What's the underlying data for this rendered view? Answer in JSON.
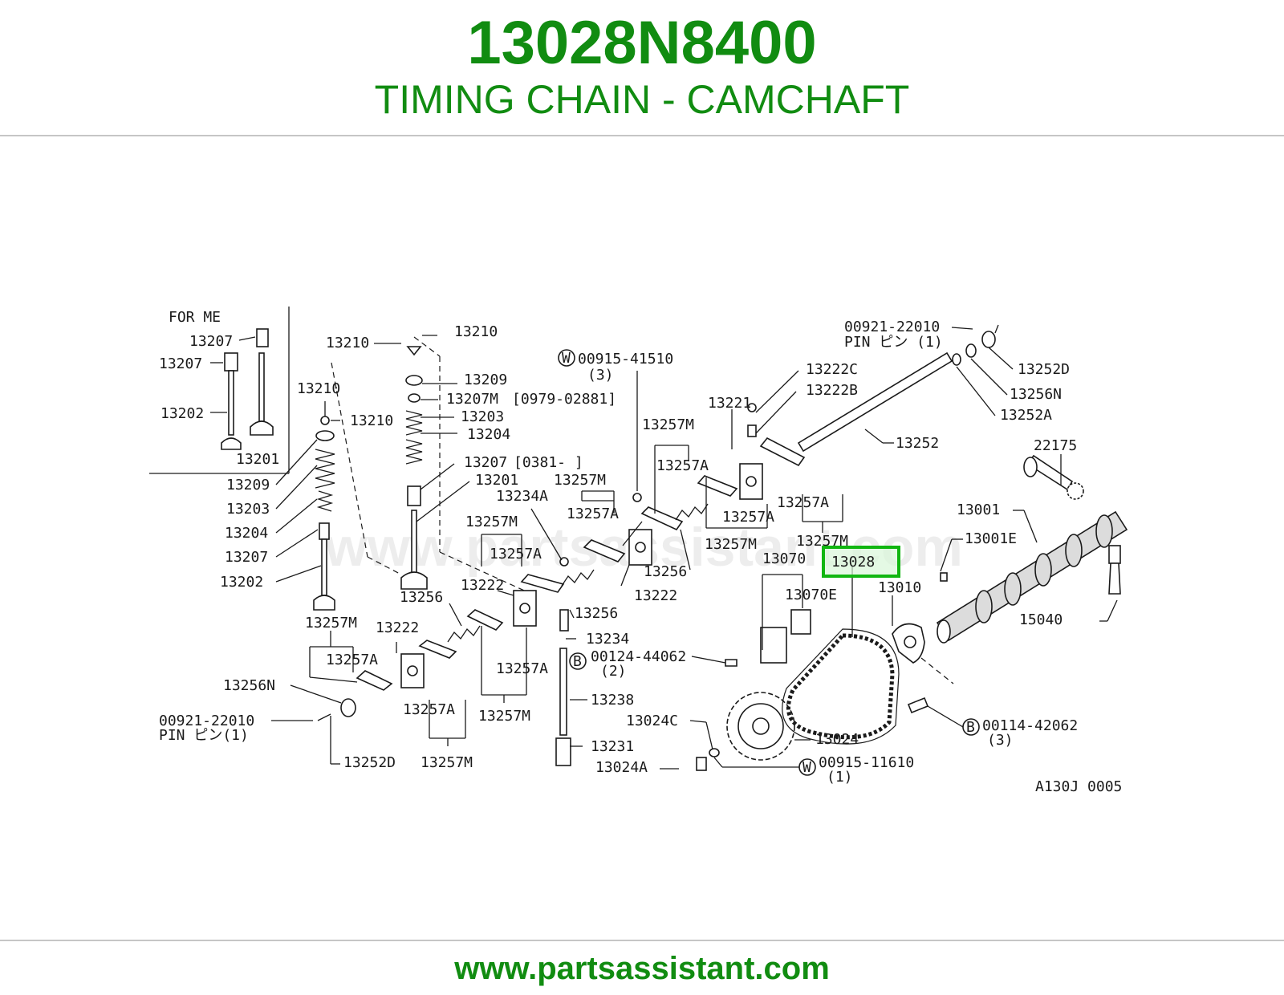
{
  "header": {
    "part_number": "13028N8400",
    "title": "TIMING CHAIN - CAMCHAFT"
  },
  "footer": {
    "url": "www.partsassistant.com"
  },
  "diagram": {
    "watermark": "www.partsassistant.com",
    "inset_title": "FOR ME",
    "figure_code": "A130J 0005",
    "highlight": {
      "label": "13028",
      "color": "#11b611"
    },
    "colors": {
      "brand": "#118c11",
      "rule": "#c6c6c6",
      "line": "#1a1a1a"
    },
    "labels": {
      "l13207a": "13207",
      "l13207b": "13207",
      "l13202a": "13202",
      "l13201a": "13201",
      "l13210a": "13210",
      "l13210b": "13210",
      "l13210c": "13210",
      "l13210d": "13210",
      "l13209a": "13209",
      "l13209b": "13209",
      "l13207m": "13207M",
      "l09790": "[0979-02881]",
      "l13203a": "13203",
      "l13203b": "13203",
      "l13204a": "13204",
      "l13204b": "13204",
      "l13207c": "13207",
      "l03810": "[0381-       ]",
      "l13201b": "13201",
      "l13207d": "13207",
      "l13202b": "13202",
      "l00915a": "00915-41510",
      "l00915a_q": "(3)",
      "l13257m_a": "13257M",
      "l13257m_b": "13257M",
      "l13257m_c": "13257M",
      "l13257m_d": "13257M",
      "l13257m_e": "13257M",
      "l13257m_f": "13257M",
      "l13257m_g": "13257M",
      "l13257m_h": "13257M",
      "l13234a": "13234A",
      "l13257a_a": "13257A",
      "l13257a_b": "13257A",
      "l13257a_c": "13257A",
      "l13257a_d": "13257A",
      "l13257a_e": "13257A",
      "l13257a_f": "13257A",
      "l13257a_g": "13257A",
      "l13257a_h": "13257A",
      "l13256a": "13256",
      "l13256b": "13256",
      "l13256c": "13256",
      "l13222a": "13222",
      "l13222b": "13222",
      "l13222c": "13222",
      "l13234": "13234",
      "l13221": "13221",
      "l13222cc": "13222C",
      "l13222bb": "13222B",
      "l00921a": "00921-22010",
      "l00921a_pin": "PIN ピン (1)",
      "l13252d_a": "13252D",
      "l13256n_a": "13256N",
      "l13252a": "13252A",
      "l13252": "13252",
      "l22175": "22175",
      "l13001": "13001",
      "l13001e": "13001E",
      "l13070": "13070",
      "l13070e": "13070E",
      "l13010": "13010",
      "l15040": "15040",
      "l00124": "00124-44062",
      "l00124_q": "(2)",
      "l13238": "13238",
      "l13024c": "13024C",
      "l13024": "13024",
      "l13231": "13231",
      "l13024a": "13024A",
      "l00915b": "00915-11610",
      "l00915b_q": "(1)",
      "l00114": "00114-42062",
      "l00114_q": "(3)",
      "l13256n_b": "13256N",
      "l00921b": "00921-22010",
      "l00921b_pin": "PIN ピン(1)",
      "l13252d_b": "13252D",
      "circ_w": "W",
      "circ_b": "B"
    }
  }
}
